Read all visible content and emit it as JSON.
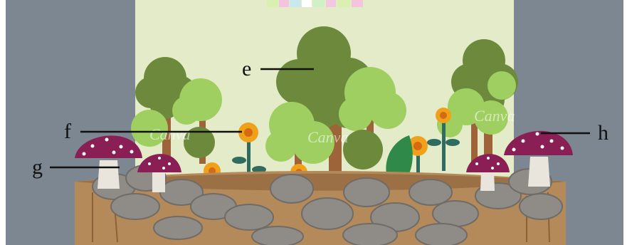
{
  "labels": {
    "e": "e",
    "f": "f",
    "g": "g",
    "h": "h"
  },
  "watermark": "Canva",
  "colors": {
    "frame": "#7d8791",
    "sky": "#e4ebc8",
    "dark_tree": "#6d8a3c",
    "light_tree": "#9fcf60",
    "trunk": "#9c6438",
    "rock": "#8f8c88",
    "pot": "#b58a5a",
    "mushroom_cap": "#8a1f55",
    "flower": "#f0a11c",
    "leaf": "#2f8a4a"
  }
}
